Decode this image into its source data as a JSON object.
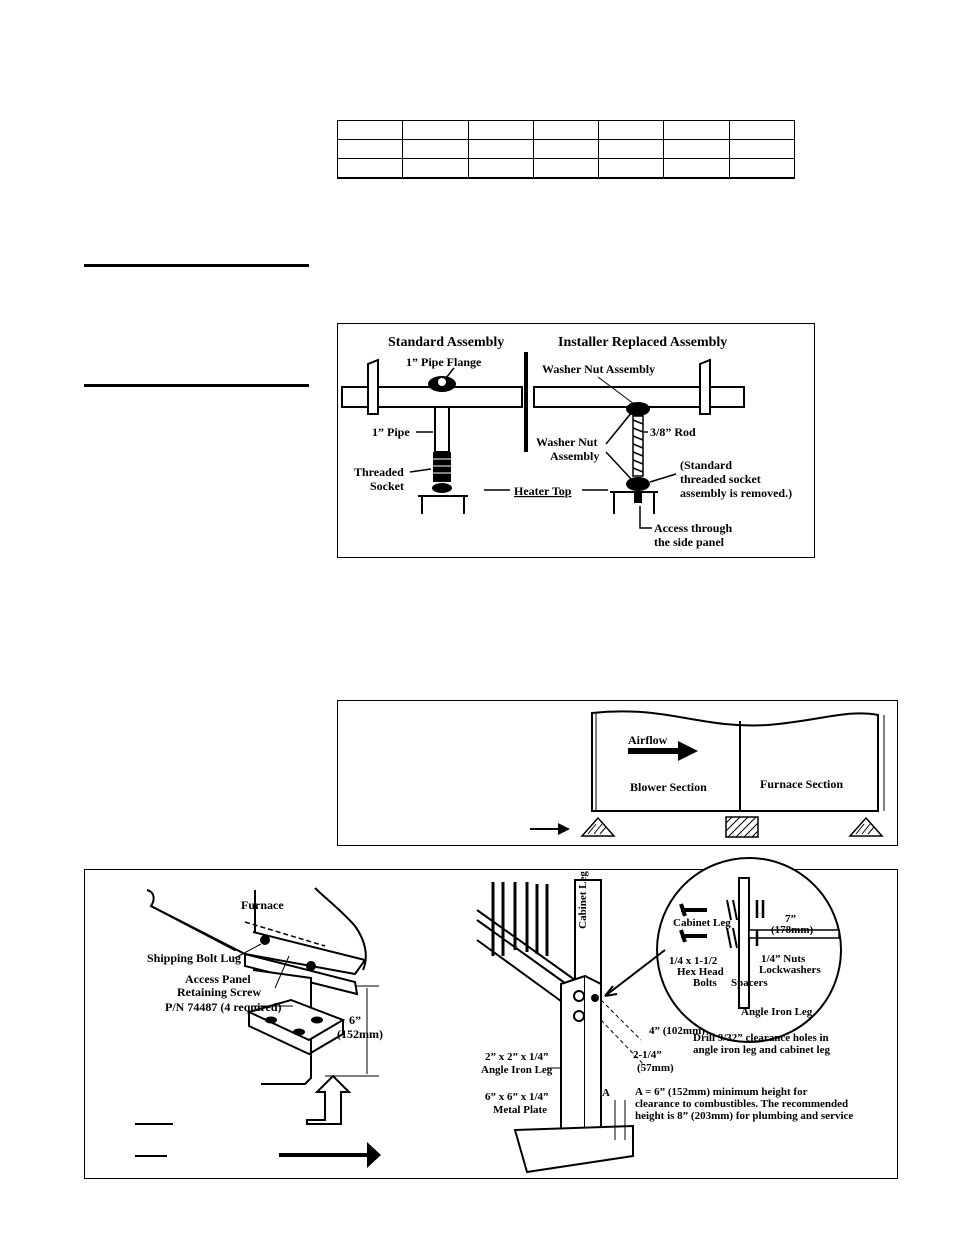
{
  "figure1": {
    "heading_left": "Standard Assembly",
    "heading_right": "Installer Replaced Assembly",
    "pipe_flange": "1” Pipe Flange",
    "washer_nut_top": "Washer Nut Assembly",
    "pipe": "1” Pipe",
    "threaded_socket_1": "Threaded",
    "threaded_socket_2": "Socket",
    "washer_nut_1": "Washer Nut",
    "washer_nut_2": "Assembly",
    "rod": "3/8” Rod",
    "heater_top": "Heater Top",
    "standard_note_1": "(Standard",
    "standard_note_2": "threaded socket",
    "standard_note_3": "assembly is removed.)",
    "access_1": "Access through",
    "access_2": "the side panel"
  },
  "figure2": {
    "airflow": "Airflow",
    "blower": "Blower Section",
    "furnace": "Furnace Section"
  },
  "figure3": {
    "furnace": "Furnace",
    "shipping_lug": "Shipping Bolt Lug",
    "access_panel_1": "Access Panel",
    "access_panel_2": "Retaining Screw",
    "part_no": "P/N 74487 (4 required)",
    "height_in": "6”",
    "height_mm": "(152mm)",
    "cabinet_leg": "Cabinet Leg",
    "inset_cabinet_leg": "Cabinet Leg",
    "seven_in": "7”",
    "seven_mm": "(178mm)",
    "nuts": "1/4” Nuts",
    "lockwashers": "Lockwashers",
    "bolts_1": "1/4 x 1-1/2",
    "bolts_2": "Hex Head",
    "bolts_3": "Bolts",
    "spacers": "Spacers",
    "angle_iron_leg_inset": "Angle Iron Leg",
    "drill_1": "Drill 9/32” clearance holes in",
    "drill_2": "angle iron leg and cabinet leg",
    "four_in": "4” (102mm)",
    "two_quarter_in": "2-1/4”",
    "two_quarter_mm": "(57mm)",
    "angle_leg_1": "2” x 2” x 1/4”",
    "angle_leg_2": "Angle Iron Leg",
    "plate_1": "6” x 6” x 1/4”",
    "plate_2": "Metal Plate",
    "a_label": "A",
    "a_note_1": "A = 6” (152mm) minimum height for",
    "a_note_2": "clearance to combustibles. The recommended",
    "a_note_3": "height is 8” (203mm) for plumbing and service"
  }
}
